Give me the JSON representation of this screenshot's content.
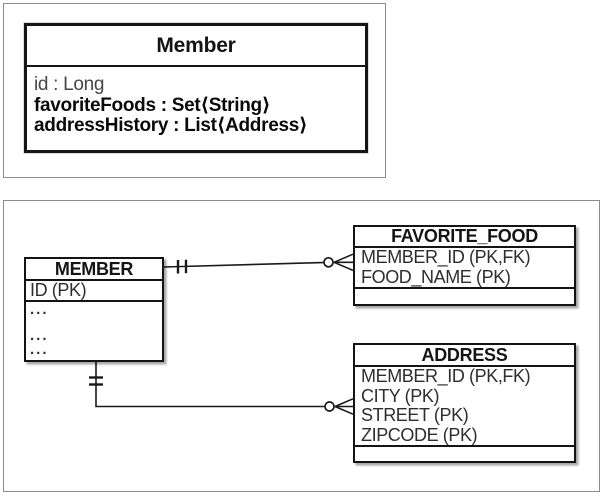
{
  "panels": {
    "uml": {
      "class_name": "Member",
      "attributes": [
        {
          "text": "id : Long",
          "style": "muted"
        },
        {
          "text": "favoriteFoods : Set⟨String⟩",
          "style": "bold"
        },
        {
          "text": "addressHistory : List⟨Address⟩",
          "style": "bold"
        }
      ]
    },
    "erd": {
      "member": {
        "title": "MEMBER",
        "key_row": "ID (PK)",
        "ellipsis_rows": [
          "...",
          "...",
          "..."
        ]
      },
      "favorite_food": {
        "title": "FAVORITE_FOOD",
        "rows": [
          "MEMBER_ID (PK,FK)",
          "FOOD_NAME (PK)"
        ]
      },
      "address": {
        "title": "ADDRESS",
        "rows": [
          "MEMBER_ID (PK,FK)",
          "CITY (PK)",
          "STREET (PK)",
          "ZIPCODE (PK)"
        ]
      },
      "relationships": [
        {
          "name": "member-to-favorite-food",
          "from_table": "MEMBER",
          "to_table": "FAVORITE_FOOD",
          "from_cardinality": "one-and-only-one",
          "to_cardinality": "zero-or-many"
        },
        {
          "name": "member-to-address",
          "from_table": "MEMBER",
          "to_table": "ADDRESS",
          "from_cardinality": "one-and-only-one",
          "to_cardinality": "zero-or-many"
        }
      ]
    }
  },
  "colors": {
    "background": "#ffffff",
    "frame_border": "#8c8c8c",
    "diagram_ink": "#141414",
    "muted_attribute_text": "#454545",
    "row_text": "#2e2e2e"
  }
}
